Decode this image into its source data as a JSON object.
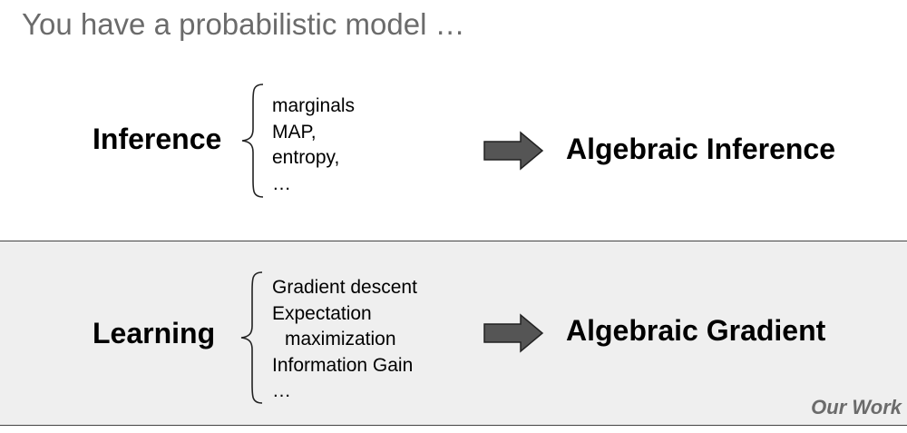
{
  "title": "You have a probabilistic model …",
  "inference": {
    "label": "Inference",
    "items": [
      "marginals",
      "MAP,",
      "entropy,",
      "…"
    ],
    "result": "Algebraic Inference"
  },
  "learning": {
    "label": "Learning",
    "items": [
      "Gradient descent",
      "Expectation",
      "maximization",
      "Information Gain",
      "…"
    ],
    "result": "Algebraic Gradient"
  },
  "badge": "Our Work",
  "colors": {
    "title": "#6b6b6b",
    "panel": "#efefef",
    "arrow_fill": "#555555",
    "border": "#444444"
  }
}
